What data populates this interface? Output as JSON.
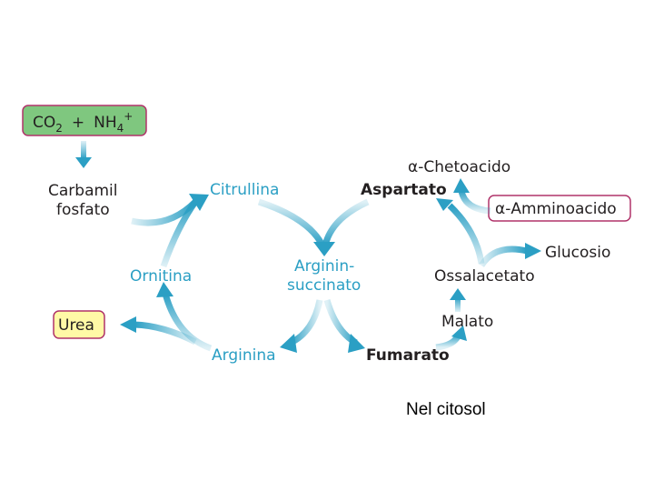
{
  "diagram": {
    "input": {
      "co2": "CO",
      "co2_sub": "2",
      "plus": "+",
      "nh": "NH",
      "nh_sub": "4",
      "nh_sup": "+"
    },
    "carbamil": {
      "line1": "Carbamil",
      "line2": "fosfato"
    },
    "citrullina": "Citrullina",
    "ornitina": "Ornitina",
    "arginina": "Arginina",
    "argininosuccinato": {
      "line1": "Arginin-",
      "line2": "succinato"
    },
    "urea": "Urea",
    "fumarato": "Fumarato",
    "aspartato": "Aspartato",
    "malato": "Malato",
    "ossalacetato": "Ossalacetato",
    "glucosio": "Glucosio",
    "chetoacido": "α-Chetoacido",
    "amminoacido": "α-Amminoacido"
  },
  "caption": "Nel citosol",
  "colors": {
    "arrow": "#2b9fc4",
    "input_box_fill": "#7fc77f",
    "urea_box_fill": "#fff9a6",
    "highlight_border": "#b0336a",
    "metabolite_text": "#2b9fc4"
  }
}
